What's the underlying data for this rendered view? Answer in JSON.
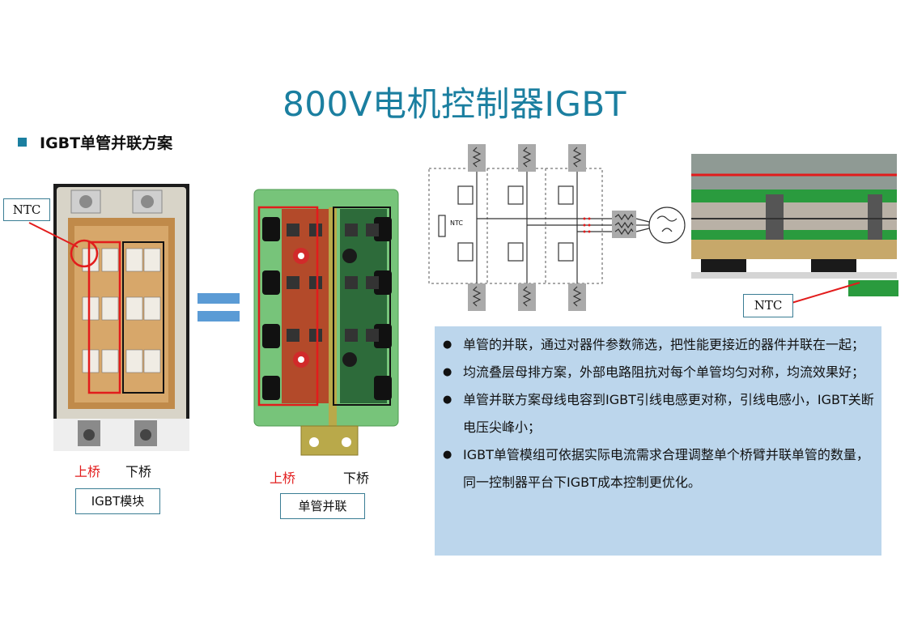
{
  "title": "800V电机控制器IGBT",
  "subtitle": "IGBT单管并联方案",
  "labels": {
    "ntc_left": "NTC",
    "ntc_right": "NTC",
    "upper_bridge_1": "上桥",
    "lower_bridge_1": "下桥",
    "module_caption": "IGBT模块",
    "upper_bridge_2": "上桥",
    "lower_bridge_2": "下桥",
    "parallel_caption": "单管并联",
    "circuit_ntc": "NTC"
  },
  "bullets": [
    "单管的并联，通过对器件参数筛选，把性能更接近的器件并联在一起；",
    " 均流叠层母排方案，外部电路阻抗对每个单管均匀对称，均流效果好；",
    "单管并联方案母线电容到IGBT引线电感更对称，引线电感小，IGBT关断电压尖峰小；",
    "IGBT单管模组可依据实际电流需求合理调整单个桥臂并联单管的数量，同一控制器平台下IGBT成本控制更优化。"
  ],
  "colors": {
    "title": "#1b7fa0",
    "accent_red": "#e21c1c",
    "info_bg": "#bcd6ec",
    "equals_sign": "#5b9bd5"
  }
}
